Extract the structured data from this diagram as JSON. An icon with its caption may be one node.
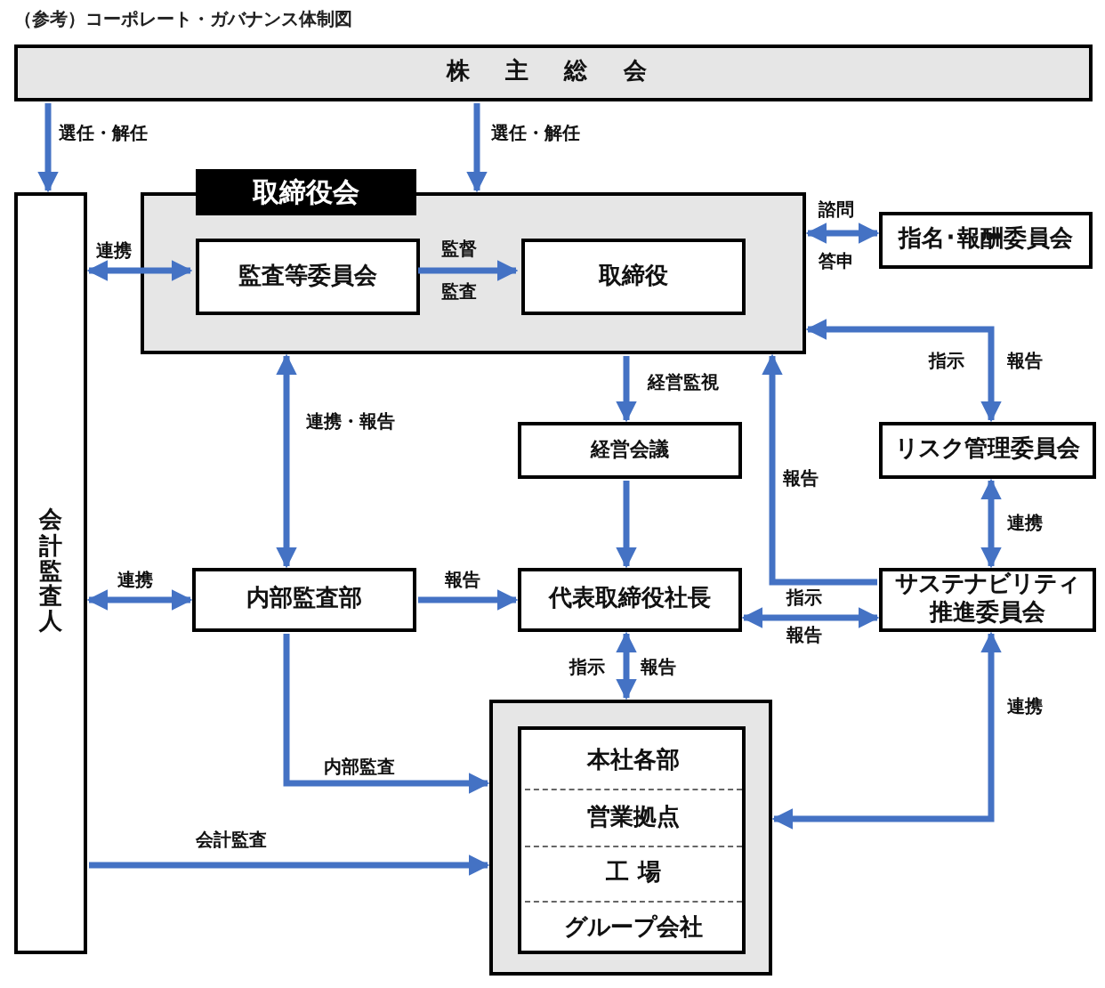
{
  "diagram": {
    "title": "（参考）コーポレート・ガバナンス体制図",
    "nodes": [
      {
        "text": [
          "株 主 総 会"
        ]
      },
      {
        "text": [
          "会計監査人"
        ]
      },
      {
        "text": [
          "取締役会"
        ]
      },
      {
        "text": [
          "監査等委員会"
        ],
        "in": 2
      },
      {
        "text": [
          "取締役"
        ],
        "in": 2
      },
      {
        "text": [
          "指名･報酬委員会"
        ]
      },
      {
        "text": [
          "経営会議"
        ]
      },
      {
        "text": [
          "リスク管理委員会"
        ]
      },
      {
        "text": [
          "内部監査部"
        ]
      },
      {
        "text": [
          "代表取締役社長"
        ]
      },
      {
        "text": [
          "サステナビリティ推進委員会"
        ]
      },
      {
        "text": [],
        "shape": "box"
      },
      {
        "text": [
          "本社各部"
        ],
        "in": 11
      },
      {
        "text": [
          "営業拠点"
        ],
        "in": 11
      },
      {
        "text": [
          "工 場"
        ],
        "in": 11
      },
      {
        "text": [
          "グループ会社"
        ],
        "in": 11
      }
    ],
    "edges": [
      {
        "from": 0,
        "to": 1,
        "arrow": "to",
        "label": "選任・解任"
      },
      {
        "from": 0,
        "to": 2,
        "arrow": "to",
        "label": "選任・解任"
      },
      {
        "from": 1,
        "to": 3,
        "arrow": "both",
        "label": "連携"
      },
      {
        "from": 3,
        "to": 4,
        "arrow": "to",
        "label": "監督"
      },
      {
        "from": 2,
        "to": 5,
        "arrow": "both",
        "label": "諮問"
      },
      {
        "from": 2,
        "to": 7,
        "arrow": "both",
        "label": "指示"
      },
      {
        "from": 2,
        "to": 8,
        "arrow": "both",
        "label": "連携・報告"
      },
      {
        "from": 2,
        "to": 6,
        "arrow": "to",
        "label": "経営監視"
      },
      {
        "from": 10,
        "to": 2,
        "arrow": "to",
        "label": "報告"
      },
      {
        "from": 6,
        "to": 9,
        "arrow": "to"
      },
      {
        "from": 1,
        "to": 8,
        "arrow": "both",
        "label": "連携"
      },
      {
        "from": 8,
        "to": 9,
        "arrow": "to",
        "label": "報告"
      },
      {
        "from": 9,
        "to": 10,
        "arrow": "both",
        "label": "指示"
      },
      {
        "from": 7,
        "to": 10,
        "arrow": "both",
        "label": "連携"
      },
      {
        "from": 9,
        "to": 11,
        "arrow": "both",
        "label": "指示"
      },
      {
        "from": 8,
        "to": 11,
        "arrow": "to",
        "label": "内部監査"
      },
      {
        "from": 1,
        "to": 11,
        "arrow": "to",
        "label": "会計監査"
      },
      {
        "from": 10,
        "to": 11,
        "arrow": "both",
        "label": "連携"
      }
    ],
    "labels": [
      "監査",
      "答申",
      "報告",
      "報告",
      "報告"
    ]
  }
}
